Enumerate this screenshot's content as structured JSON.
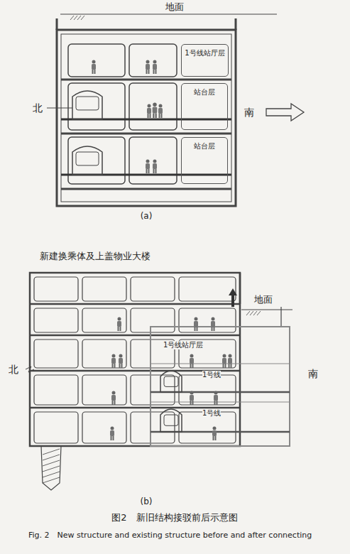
{
  "diagram": {
    "caption": "图2　新旧结构接驳前后示意图",
    "nodes": [
      {
        "text": [
          "1号线站厅层"
        ]
      },
      {
        "text": [
          "站台层"
        ]
      },
      {
        "text": [
          "站台层"
        ]
      }
    ],
    "labels": [
      "地面",
      "北",
      "南",
      "(a)",
      "新建换乘体及上盖物业大楼",
      "地面",
      "北",
      "南",
      "1号线站厅层",
      "1号线",
      "1号线",
      "(b)",
      "Fig. 2　New structure and existing structure before and after connecting"
    ]
  }
}
